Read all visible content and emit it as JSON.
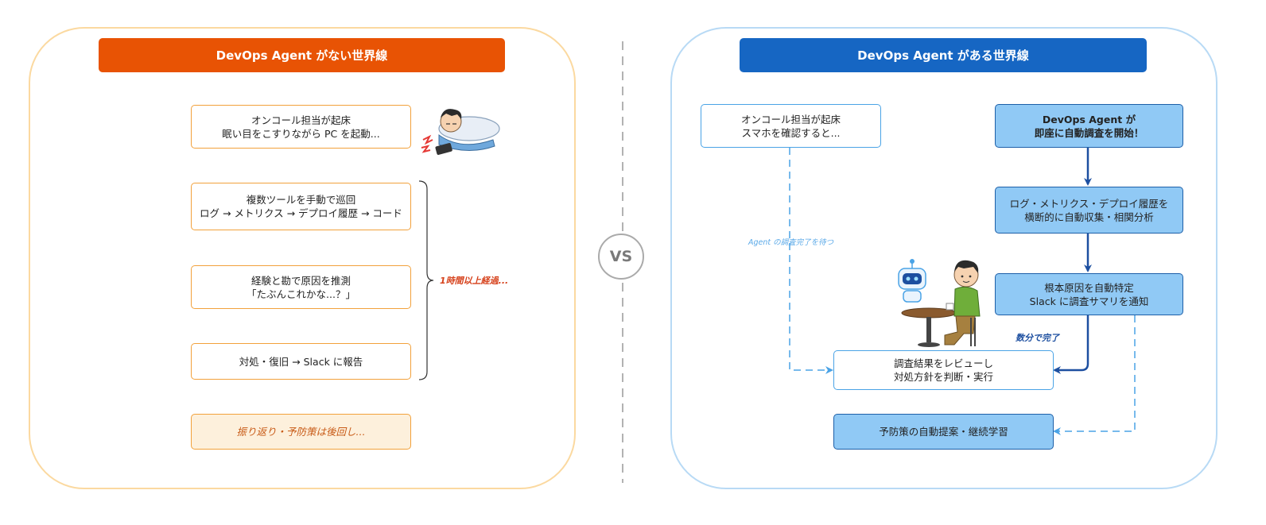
{
  "left": {
    "title": "DevOps Agent がない世界線",
    "steps": [
      {
        "line1": "オンコール担当が起床",
        "line2": "眠い目をこすりながら PC を起動..."
      },
      {
        "line1": "複数ツールを手動で巡回",
        "line2": "ログ → メトリクス → デプロイ履歴 → コード"
      },
      {
        "line1": "経験と勘で原因を推測",
        "line2": "「たぶんこれかな...？」"
      },
      {
        "line1": "対処・復旧 → Slack に報告"
      }
    ],
    "brace_label": "1時間以上経過...",
    "footer_step": "振り返り・予防策は後回し..."
  },
  "vs_label": "VS",
  "right": {
    "title": "DevOps Agent がある世界線",
    "oncall": {
      "line1": "オンコール担当が起床",
      "line2": "スマホを確認すると..."
    },
    "agent_start": {
      "line1": "DevOps Agent が",
      "line2": "即座に自動調査を開始！"
    },
    "collect": {
      "line1": "ログ・メトリクス・デプロイ履歴を",
      "line2": "横断的に自動収集・相関分析"
    },
    "root_cause": {
      "line1": "根本原因を自動特定",
      "line2": "Slack に調査サマリを通知"
    },
    "review": {
      "line1": "調査結果をレビューし",
      "line2": "対処方針を判断・実行"
    },
    "prevention": "予防策の自動提案・継続学習",
    "wait_label": "Agent の調査完了を待つ",
    "done_label": "数分で完了"
  },
  "colors": {
    "orange": "#e85304",
    "blue": "#1666c3",
    "light_blue": "#90c9f5",
    "dashed_blue": "#4aa3e6",
    "dark_blue_arrow": "#1d4fa0",
    "red_note": "#d6411b"
  }
}
